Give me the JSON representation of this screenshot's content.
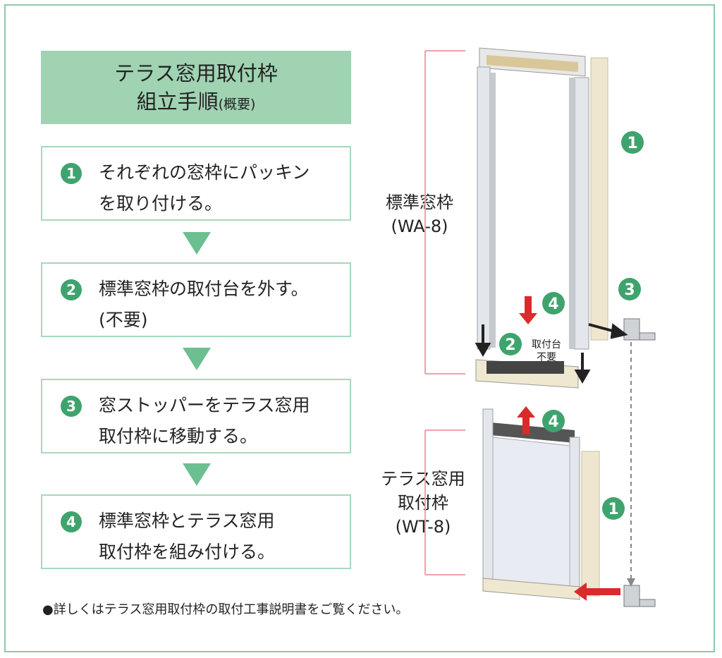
{
  "title": {
    "line1": "テラス窓用取付枠",
    "line2": "組立手順",
    "line2_small": "(概要)"
  },
  "steps": [
    {
      "num": "1",
      "line1": "それぞれの窓枠にパッキン",
      "line2": "を取り付ける。"
    },
    {
      "num": "2",
      "line1": "標準窓枠の取付台を外す。",
      "line2": "(不要)"
    },
    {
      "num": "3",
      "line1": "窓ストッパーをテラス窓用",
      "line2": "取付枠に移動する。"
    },
    {
      "num": "4",
      "line1": "標準窓枠とテラス窓用",
      "line2": "取付枠を組み付ける。"
    }
  ],
  "footnote": "●詳しくはテラス窓用取付枠の取付工事説明書をご覧ください。",
  "diagram": {
    "standard_frame": {
      "name": "標準窓枠",
      "code": "(WA-8)"
    },
    "terrace_frame": {
      "name1": "テラス窓用",
      "name2": "取付枠",
      "code": "(WT-8)"
    },
    "mount_label": {
      "line1": "取付台",
      "line2": "不要"
    },
    "callouts": [
      "1",
      "2",
      "3",
      "4",
      "4",
      "1"
    ]
  },
  "colors": {
    "accent_green": "#3fa36e",
    "title_bg": "#9fd3b2",
    "step_border": "#a7d8bc",
    "arrow_red": "#d92b2b",
    "bracket_pink": "#f2a0a8"
  }
}
